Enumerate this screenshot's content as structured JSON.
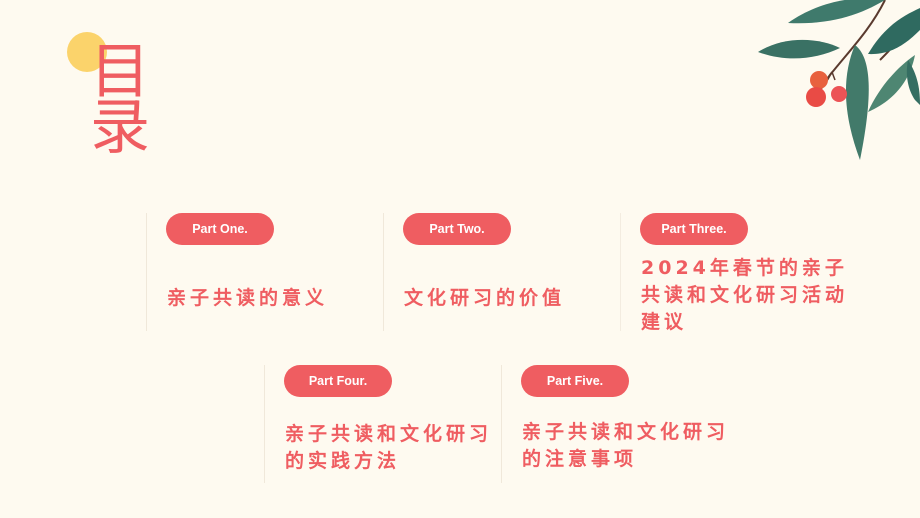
{
  "title": {
    "char1": "目",
    "char2": "录"
  },
  "colors": {
    "accent": "#ef5d61",
    "background": "#fefaf0",
    "sun": "#fbd36b",
    "leaf": "#3e7468",
    "berry": "#e94b45"
  },
  "sections": [
    {
      "tag": "Part One.",
      "heading": "亲子共读的意义"
    },
    {
      "tag": "Part Two.",
      "heading": "文化研习的价值"
    },
    {
      "tag": "Part Three.",
      "heading": "2024年春节的亲子共读和文化研习活动建议"
    },
    {
      "tag": "Part Four.",
      "heading": "亲子共读和文化研习的实践方法"
    },
    {
      "tag": "Part Five.",
      "heading": "亲子共读和文化研习的注意事项"
    }
  ],
  "decorations": {
    "top_left": "sun-circle",
    "top_right": "leaf-branch-with-berries"
  }
}
